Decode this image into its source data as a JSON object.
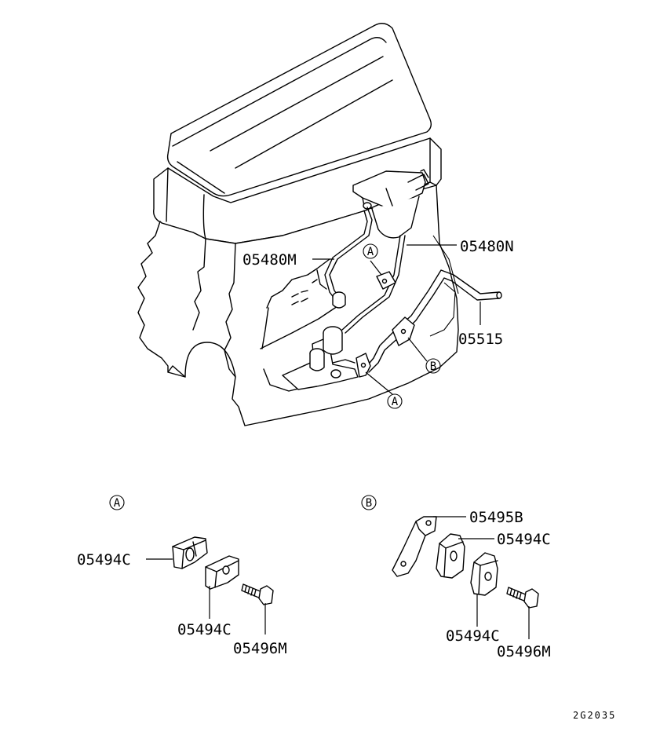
{
  "labels": {
    "part_05480N": "05480N",
    "part_05480M": "05480M",
    "part_05515": "05515",
    "ref_A_top": "A",
    "ref_A_bottom": "A",
    "ref_B_main": "B",
    "detail_A": {
      "callout": "A",
      "clip_left": "05494C",
      "clip_right": "05494C",
      "bolt": "05496M"
    },
    "detail_B": {
      "callout": "B",
      "bracket": "05495B",
      "clip_upper": "05494C",
      "clip_lower": "05494C",
      "bolt": "05496M"
    },
    "figure_code": "2G2035"
  }
}
